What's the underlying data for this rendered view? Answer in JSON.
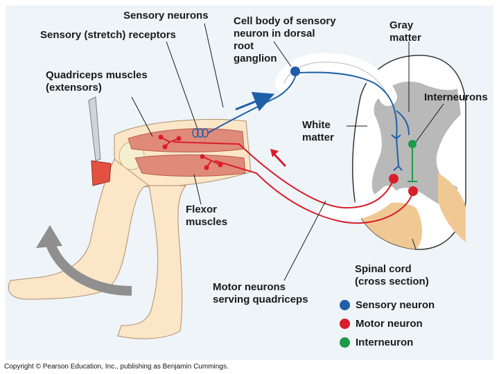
{
  "labels": {
    "sensory_neurons": "Sensory neurons",
    "sensory_receptors": "Sensory (stretch) receptors",
    "cell_body": "Cell body of sensory\nneuron in dorsal\nroot\nganglion",
    "gray_matter": "Gray\nmatter",
    "quadriceps": "Quadriceps muscles\n(extensors)",
    "interneurons": "Interneurons",
    "white_matter": "White\nmatter",
    "flexor": "Flexor\nmuscles",
    "spinal_cord": "Spinal cord\n(cross section)",
    "motor_neurons": "Motor neurons\nserving quadriceps"
  },
  "legend": [
    {
      "label": "Sensory neuron",
      "color": "#1f5fa8"
    },
    {
      "label": "Motor neuron",
      "color": "#d81e2a"
    },
    {
      "label": "Interneuron",
      "color": "#1e9a4a"
    }
  ],
  "colors": {
    "sensory": "#1f5fa8",
    "motor": "#d81e2a",
    "interneuron": "#1e9a4a",
    "gray_matter": "#b9b9b9",
    "skin": "#fbe6c8",
    "muscle": "#e08a7a",
    "reflex_arrow": "#8f8f8f",
    "panel": "#eef4f8"
  },
  "icons": {
    "hammer": "reflex-hammer-icon",
    "movement_arrow": "curved-arrow-icon"
  },
  "copyright": "Copyright © Pearson Education, Inc., publishing as Benjamin Cummings."
}
